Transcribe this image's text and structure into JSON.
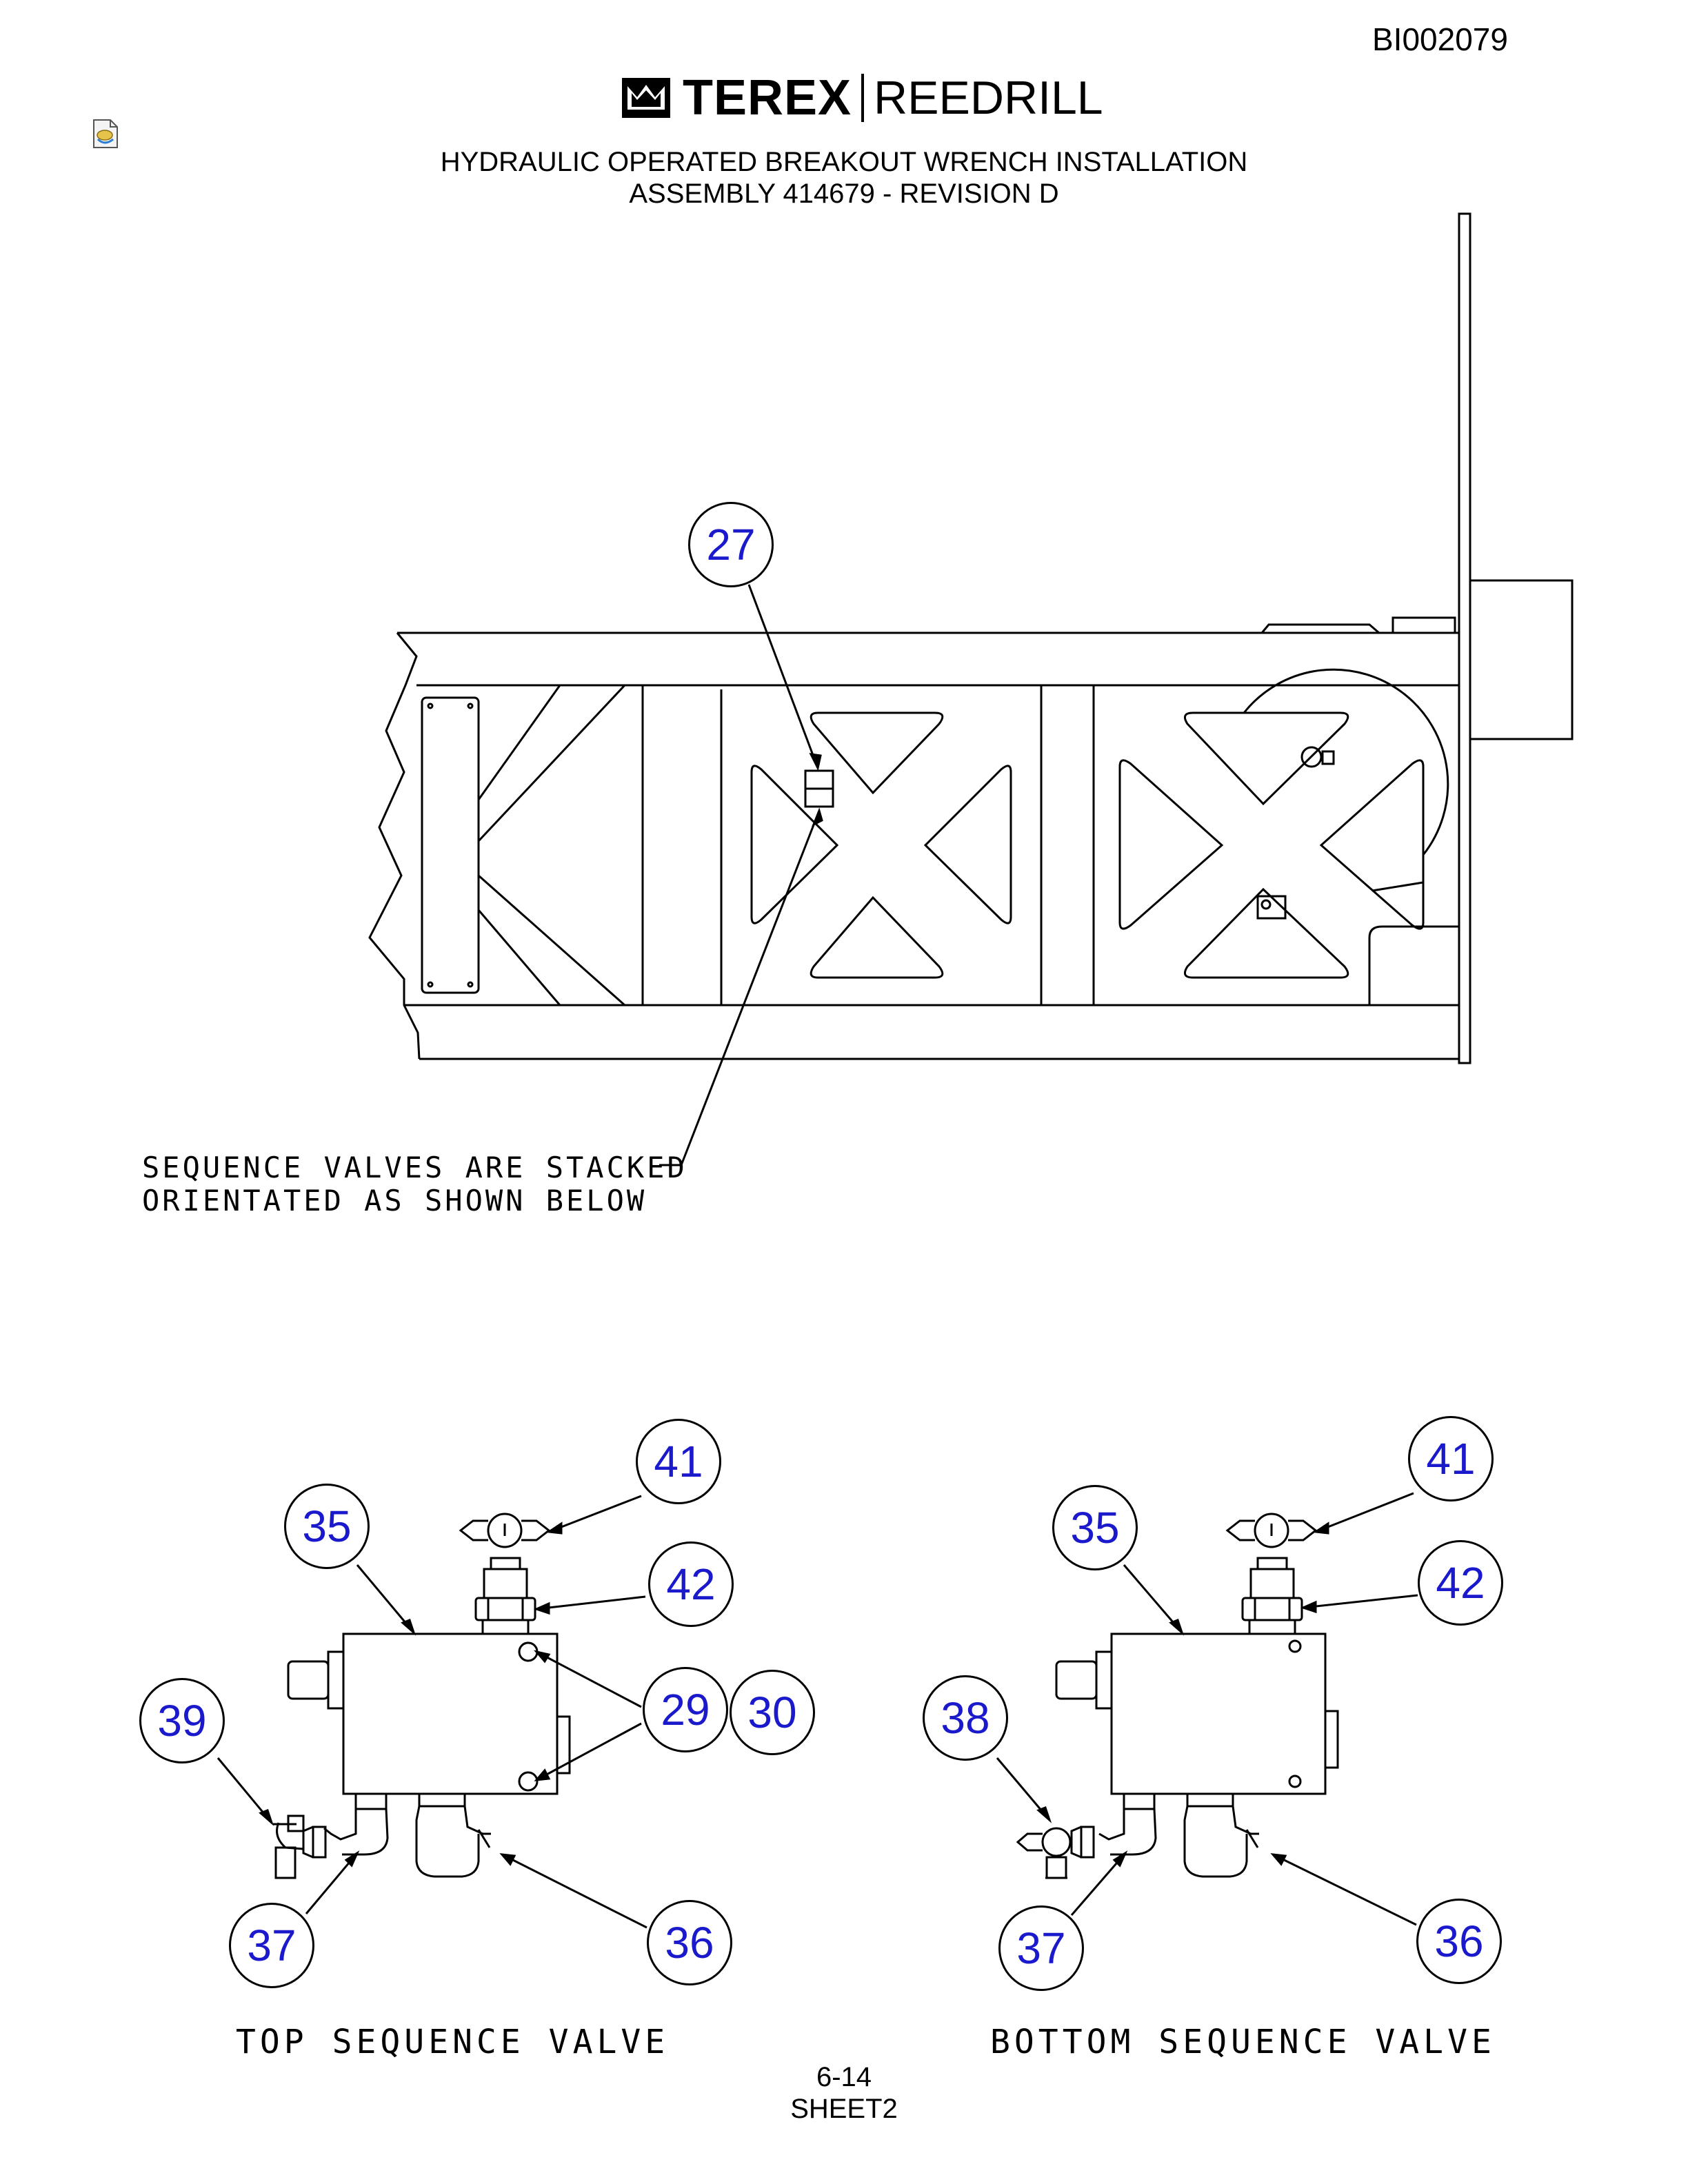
{
  "header": {
    "doc_number": "BI002079",
    "brand_primary": "TEREX",
    "brand_secondary": "REEDRILL",
    "title_line1": "HYDRAULIC OPERATED BREAKOUT WRENCH INSTALLATION",
    "title_line2": "ASSEMBLY 414679 - REVISION D"
  },
  "main_view": {
    "callout": "27",
    "note_line1": "SEQUENCE VALVES ARE STACKED",
    "note_line2": "ORIENTATED AS SHOWN BELOW"
  },
  "top_valve": {
    "caption": "TOP SEQUENCE VALVE",
    "callouts": {
      "c41": "41",
      "c35": "35",
      "c42": "42",
      "c29": "29",
      "c30": "30",
      "c39": "39",
      "c37": "37",
      "c36": "36"
    }
  },
  "bottom_valve": {
    "caption": "BOTTOM SEQUENCE VALVE",
    "callouts": {
      "c41": "41",
      "c35": "35",
      "c42": "42",
      "c38": "38",
      "c37": "37",
      "c36": "36"
    }
  },
  "footer": {
    "page": "6-14",
    "sheet": "SHEET2"
  },
  "colors": {
    "callout_text": "#1a1acc",
    "line": "#000000",
    "icon_accent": "#2a7fd4"
  }
}
